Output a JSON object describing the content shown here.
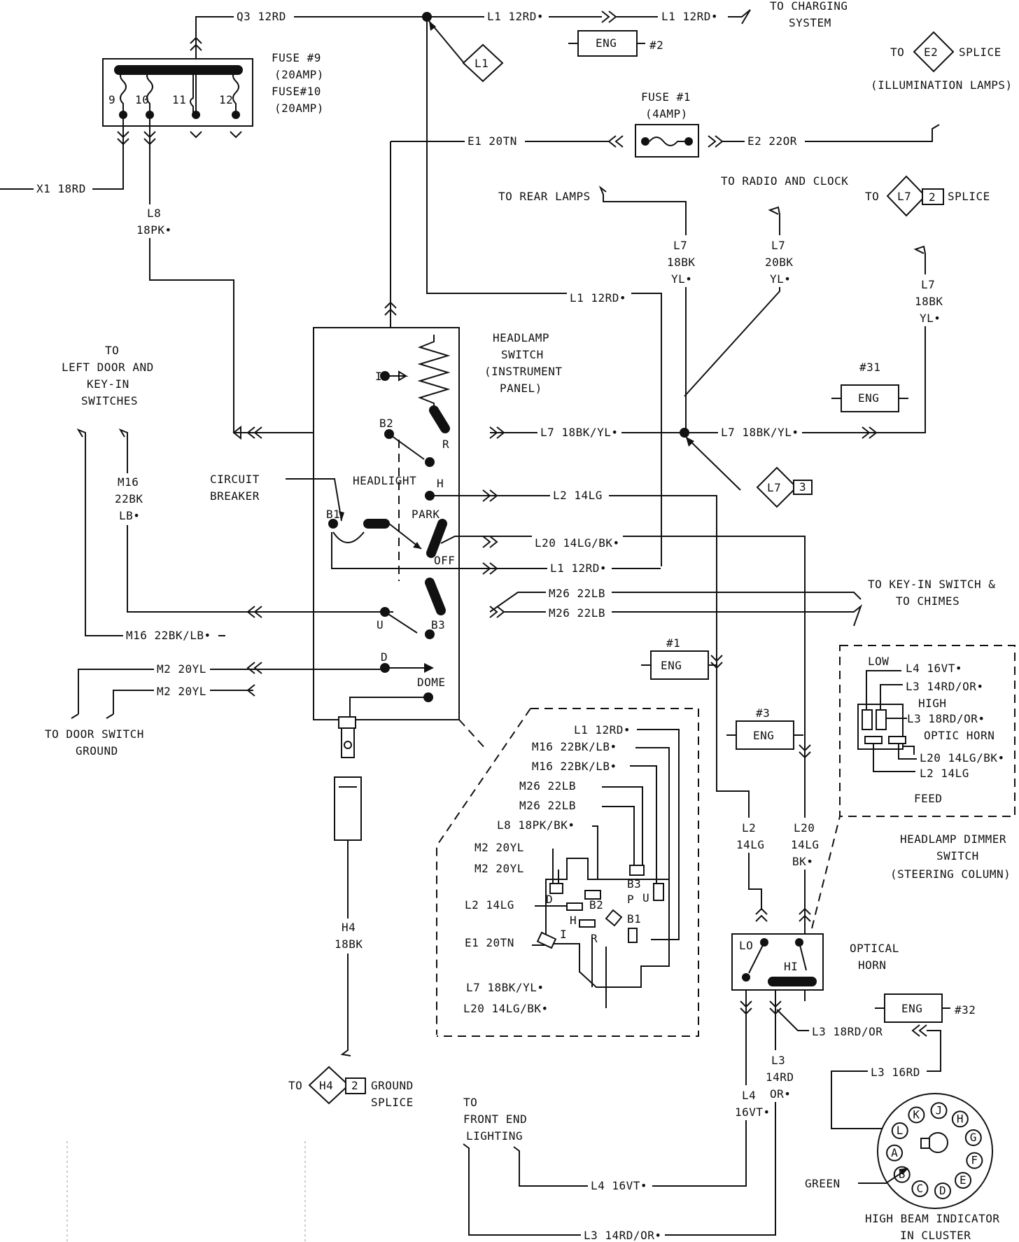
{
  "fuse_box": {
    "title_line1": "FUSE #9",
    "title_line2": "(20AMP)",
    "title_line3": "FUSE#10",
    "title_line4": "(20AMP)",
    "terminals": [
      "9",
      "10",
      "11",
      "12"
    ]
  },
  "wires": {
    "q3": "Q3 12RD",
    "l1_top1": "L1 12RD•",
    "l1_top2": "L1 12RD•",
    "x1": "X1 18RD",
    "l8_a": "L8",
    "l8_b": "18PK•",
    "e1": "E1 20TN",
    "e2": "E2 22OR",
    "l1_mid": "L1 12RD•",
    "l7_rear_a": "L7",
    "l7_rear_b": "18BK",
    "l7_rear_c": "YL•",
    "l7_radio_a": "L7",
    "l7_radio_b": "20BK",
    "l7_radio_c": "YL•",
    "l7_right_a": "L7",
    "l7_right_b": "18BK",
    "l7_right_c": "YL•",
    "l7_sw": "L7 18BK/YL•",
    "l7_sw2": "L7 18BK/YL•",
    "l2": "L2 14LG",
    "l20": "L20 14LG/BK•",
    "l1_sw": "L1 12RD•",
    "m26_a": "M26 22LB",
    "m26_b": "M26 22LB",
    "m16_a": "M16",
    "m16_b": "22BK",
    "m16_c": "LB•",
    "m16_bottom": "M16 22BK/LB•",
    "m2_a": "M2 20YL",
    "m2_b": "M2 20YL",
    "h4_a": "H4",
    "h4_b": "18BK",
    "l2_v_a": "L2",
    "l2_v_b": "14LG",
    "l20_v_a": "L20",
    "l20_v_b": "14LG",
    "l20_v_c": "BK•",
    "l3_18": "L3 18RD/OR",
    "l3_16": "L3 16RD",
    "l3_v_a": "L3",
    "l3_v_b": "14RD",
    "l3_v_c": "OR•",
    "l4_v_a": "L4",
    "l4_v_b": "16VT•",
    "l4_bottom": "L4 16VT•",
    "l3_bottom": "L3 14RD/OR•"
  },
  "labels": {
    "to_charging_1": "TO CHARGING",
    "to_charging_2": "SYSTEM",
    "eng": "ENG",
    "ref_2": "#2",
    "ref_1": "#1",
    "ref_3": "#3",
    "ref_31": "#31",
    "ref_32": "#32",
    "fuse1_a": "FUSE #1",
    "fuse1_b": "(4AMP)",
    "to_e2": "TO",
    "e2_tag": "E2",
    "splice": "SPLICE",
    "illum": "(ILLUMINATION LAMPS)",
    "to_radio": "TO RADIO AND CLOCK",
    "to_l7": "TO",
    "l7_tag": "L7",
    "l7_num": "2",
    "splice2": "SPLICE",
    "to_rear": "TO REAR LAMPS",
    "l1_tag": "L1",
    "l7_tag3": "L7",
    "l7_num3": "3",
    "hs_1": "HEADLAMP",
    "hs_2": "SWITCH",
    "hs_3": "(INSTRUMENT",
    "hs_4": "PANEL)",
    "to_left_1": "TO",
    "to_left_2": "LEFT DOOR AND",
    "to_left_3": "KEY-IN",
    "to_left_4": "SWITCHES",
    "cb_1": "CIRCUIT",
    "cb_2": "BREAKER",
    "headlight": "HEADLIGHT",
    "park": "PARK",
    "off": "OFF",
    "term_i": "I",
    "term_b2": "B2",
    "term_r": "R",
    "term_h": "H",
    "term_b1": "B1",
    "term_u": "U",
    "term_b3": "B3",
    "term_d": "D",
    "dome": "DOME",
    "to_keyin_1": "TO KEY-IN SWITCH &",
    "to_keyin_2": "TO CHIMES",
    "to_door_1": "TO DOOR SWITCH",
    "to_door_2": "GROUND",
    "to_h4": "TO",
    "h4_tag": "H4",
    "h4_num": "2",
    "ground_1": "GROUND",
    "ground_2": "SPLICE",
    "front_1": "TO",
    "front_2": "FRONT END",
    "front_3": "LIGHTING",
    "dim_low": "LOW",
    "dim_l4": "L4 16VT•",
    "dim_l3a": "L3 14RD/OR•",
    "dim_high": "HIGH",
    "dim_l3b": "L3 18RD/OR•",
    "dim_optic": "OPTIC HORN",
    "dim_l20": "L20 14LG/BK•",
    "dim_l2": "L2 14LG",
    "dim_feed": "FEED",
    "dimmer_1": "HEADLAMP DIMMER",
    "dimmer_2": "SWITCH",
    "dimmer_3": "(STEERING COLUMN)",
    "lo": "LO",
    "hi": "HI",
    "optical_1": "OPTICAL",
    "optical_2": "HORN",
    "green": "GREEN",
    "hbi_1": "HIGH BEAM INDICATOR",
    "hbi_2": "IN CLUSTER"
  },
  "connector_pins": [
    "L",
    "K",
    "J",
    "H",
    "G",
    "F",
    "E",
    "D",
    "C",
    "B",
    "A"
  ],
  "detail": {
    "l1": "L1 12RD•",
    "m16_a": "M16 22BK/LB•",
    "m16_b": "M16 22BK/LB•",
    "m26_a": "M26 22LB",
    "m26_b": "M26 22LB",
    "l8": "L8 18PK/BK•",
    "m2_a": "M2 20YL",
    "m2_b": "M2 20YL",
    "l2": "L2 14LG",
    "e1": "E1 20TN",
    "l7": "L7 18BK/YL•",
    "l20": "L20 14LG/BK•",
    "p_d": "D",
    "p_b2": "B2",
    "p_b3": "B3",
    "p_p": "P",
    "p_u": "U",
    "p_h": "H",
    "p_b1": "B1",
    "p_i": "I",
    "p_r": "R"
  }
}
